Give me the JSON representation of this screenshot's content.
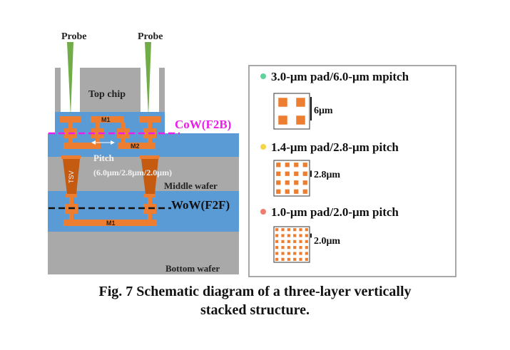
{
  "figure": {
    "caption_line1": "Fig. 7 Schematic diagram of a three-layer vertically",
    "caption_line2": "stacked structure."
  },
  "cross_section": {
    "probe_label_left": "Probe",
    "probe_label_right": "Probe",
    "top_chip_label": "Top chip",
    "m1_top_label": "M1",
    "m2_label": "M2",
    "cow_label": "CoW(F2B)",
    "pitch_label": "Pitch",
    "pitch_values_label": "(6.0μm/2.8μm/2.0μm)",
    "tsv_label": "TSV",
    "middle_wafer_label": "Middle wafer",
    "wow_label": "WoW(F2F)",
    "m1_bottom_label": "M1",
    "bottom_wafer_label": "Bottom wafer"
  },
  "legend": {
    "items": [
      {
        "bullet_color": "#5fd39a",
        "title": "3.0-μm pad/6.0-μm mpitch",
        "dimension": "6μm",
        "grid": 2
      },
      {
        "bullet_color": "#f5d44a",
        "title": "1.4-μm pad/2.8-μm pitch",
        "dimension": "2.8μm",
        "grid": 4
      },
      {
        "bullet_color": "#f07c6c",
        "title": "1.0-μm pad/2.0-μm pitch",
        "dimension": "2.0μm",
        "grid": 6
      }
    ]
  },
  "colors": {
    "silicon": "#a9a9a9",
    "dielectric": "#5b9bd5",
    "copper": "#ed7d31",
    "tsv": "#c55a11",
    "probe": "#70ad47",
    "cow_line": "#e91ee9",
    "wow_line": "#111111"
  }
}
